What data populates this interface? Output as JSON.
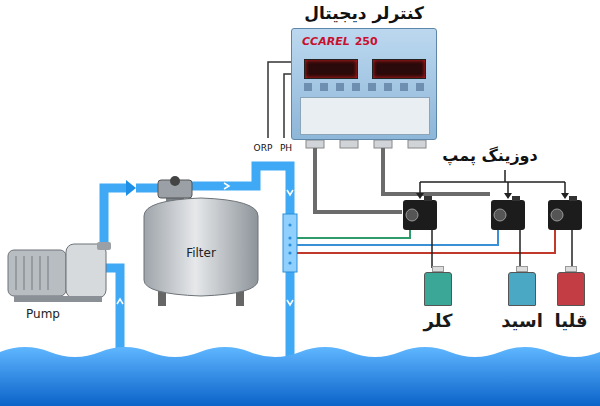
{
  "diagram": {
    "nodes": [
      {
        "text": [
          "کنترلر دیجیتال",
          "CCAREL",
          "250"
        ]
      },
      {
        "text": [
          "Pump"
        ]
      },
      {
        "text": [
          "Filter"
        ]
      },
      {
        "text": [
          "کلر"
        ]
      },
      {
        "text": [
          "اسید"
        ]
      },
      {
        "text": [
          "قلیا"
        ]
      }
    ],
    "edges": [
      {
        "from": 1,
        "to": 2,
        "arrow": "to"
      }
    ],
    "labels": [
      "ORP",
      "PH",
      "دوزینگ پمپ"
    ]
  }
}
